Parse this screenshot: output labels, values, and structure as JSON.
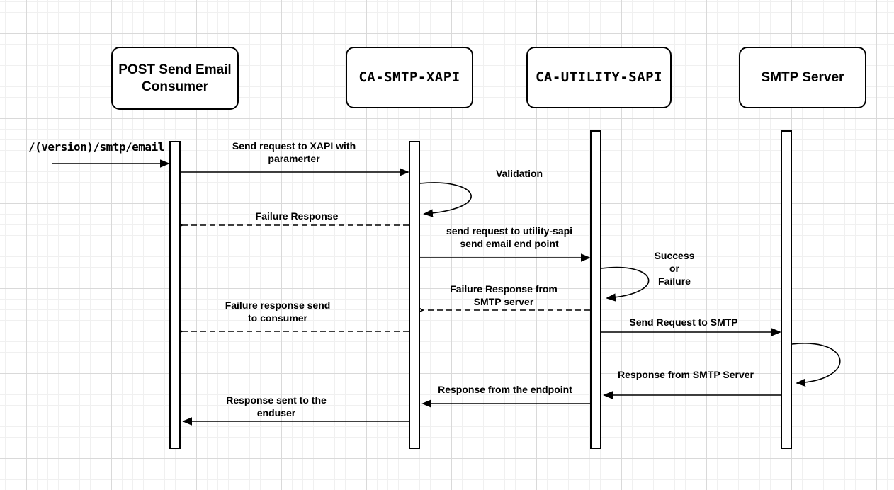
{
  "colors": {
    "background": "#ffffff",
    "grid_minor": "#f0f0f0",
    "grid_major": "#d9d9d9",
    "shape_fill": "#ffffff",
    "shape_stroke": "#000000",
    "text": "#000000"
  },
  "participants": {
    "consumer": {
      "label": "POST Send Email\nConsumer"
    },
    "xapi": {
      "label": "CA-SMTP-XAPI"
    },
    "sapi": {
      "label": "CA-UTILITY-SAPI"
    },
    "smtp": {
      "label": "SMTP Server"
    }
  },
  "messages": {
    "m1": {
      "label": "/(version)/smtp/email",
      "from": "external",
      "to": "consumer",
      "style": "solid"
    },
    "m2": {
      "label": "Send request to XAPI with\nparamerter",
      "from": "consumer",
      "to": "xapi",
      "style": "solid"
    },
    "m3": {
      "label": "Validation",
      "from": "xapi",
      "to": "xapi",
      "style": "self-loop"
    },
    "m4": {
      "label": "Failure Response",
      "from": "xapi",
      "to": "consumer",
      "style": "dashed"
    },
    "m5": {
      "label": "send request to utility-sapi\nsend email end point",
      "from": "xapi",
      "to": "sapi",
      "style": "solid"
    },
    "m6": {
      "label": "Success\nor\nFailure",
      "from": "sapi",
      "to": "sapi",
      "style": "self-loop"
    },
    "m7": {
      "label": "Failure Response from\nSMTP server",
      "from": "sapi",
      "to": "xapi",
      "style": "dashed"
    },
    "m8": {
      "label": "Failure response send\nto consumer",
      "from": "xapi",
      "to": "consumer",
      "style": "dashed"
    },
    "m9": {
      "label": "Send Request to SMTP",
      "from": "sapi",
      "to": "smtp",
      "style": "solid"
    },
    "m10": {
      "label": "",
      "from": "smtp",
      "to": "smtp",
      "style": "self-loop"
    },
    "m11": {
      "label": "Response from SMTP Server",
      "from": "smtp",
      "to": "sapi",
      "style": "solid"
    },
    "m12": {
      "label": "Response from the endpoint",
      "from": "sapi",
      "to": "xapi",
      "style": "solid"
    },
    "m13": {
      "label": "Response sent to the\nenduser",
      "from": "xapi",
      "to": "consumer",
      "style": "solid"
    }
  }
}
